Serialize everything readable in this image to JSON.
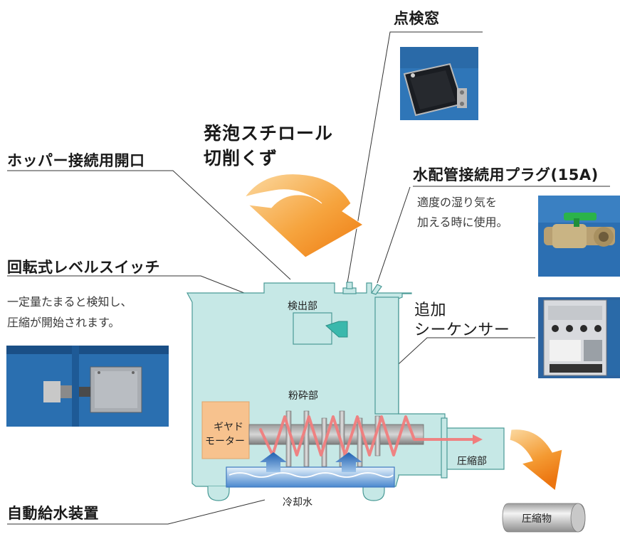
{
  "callouts": {
    "inspection_window": "点検窓",
    "hopper_opening": "ホッパー接続用開口",
    "water_plug": "水配管接続用プラグ(15A)",
    "water_plug_desc": [
      "適度の湿り気を",
      "加える時に使用。"
    ],
    "level_switch": "回転式レベルスイッチ",
    "level_switch_desc": [
      "一定量たまると検知し、",
      "圧縮が開始されます。"
    ],
    "sequencer": [
      "追加",
      "シーケンサー"
    ],
    "auto_water": "自動給水装置"
  },
  "input": [
    "発泡スチロール",
    "切削くず"
  ],
  "parts": {
    "detector": "検出部",
    "crusher": "粉砕部",
    "geared_motor": [
      "ギヤド",
      "モーター"
    ],
    "compression": "圧縮部",
    "cooling_water": "冷却水",
    "compressed": "圧縮物"
  },
  "colors": {
    "machine_fill": "#c6e8e6",
    "machine_stroke": "#4a9a96",
    "motor_fill": "#f7c28e",
    "spiral": "#f07d7d",
    "arrow_orange": "#f28a1c",
    "water_arrow": "#2a68b8",
    "photo_blue": "#2a6fb0"
  }
}
